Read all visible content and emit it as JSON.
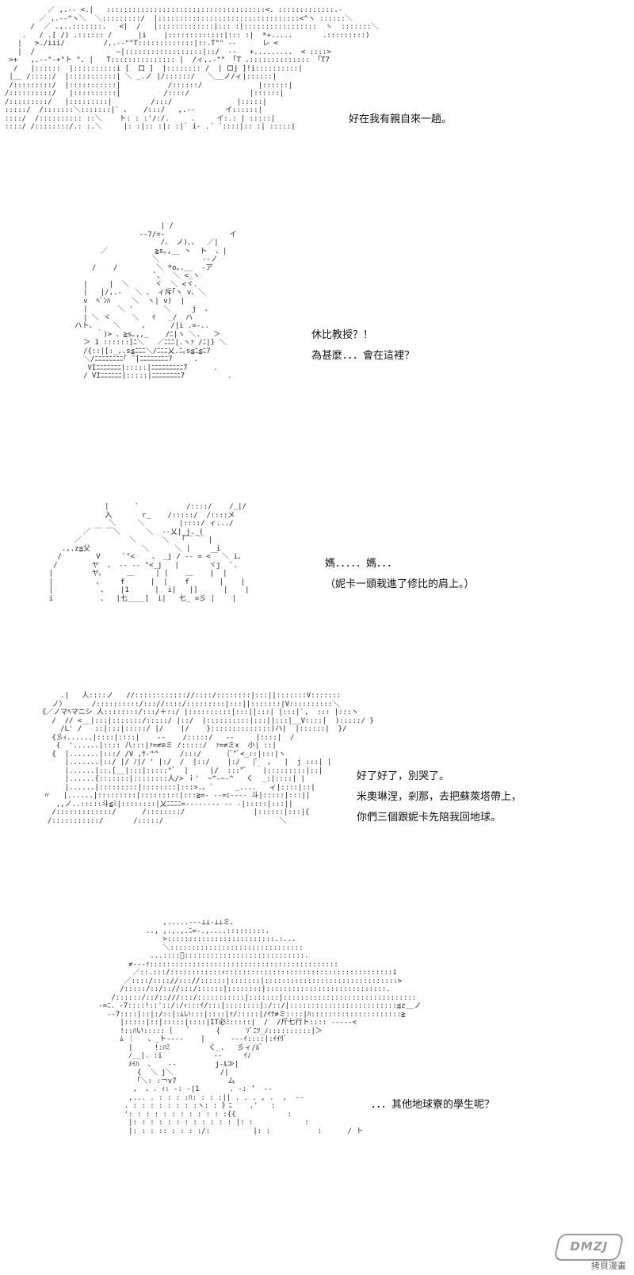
{
  "panels": [
    {
      "dialog": [
        "好在我有親自來一趟。"
      ]
    },
    {
      "dialog": [
        "休比教授？！",
        "為甚麼．．．會在這裡？"
      ]
    },
    {
      "dialog": [
        "媽．．．．．媽．．．",
        "（妮卡一頭栽進了修比的肩上。）"
      ]
    },
    {
      "dialog": [
        "好了好了，別哭了。",
        "米奧琳涅，剎那，去把蘇萊塔帶上，",
        "你們三個跟妮卡先陪我回地球。"
      ]
    },
    {
      "dialog": [
        "．．．其他地球寮的學生呢？"
      ]
    }
  ],
  "watermark": {
    "logo": "DMZJ",
    "text": "拷貝漫畫"
  }
}
